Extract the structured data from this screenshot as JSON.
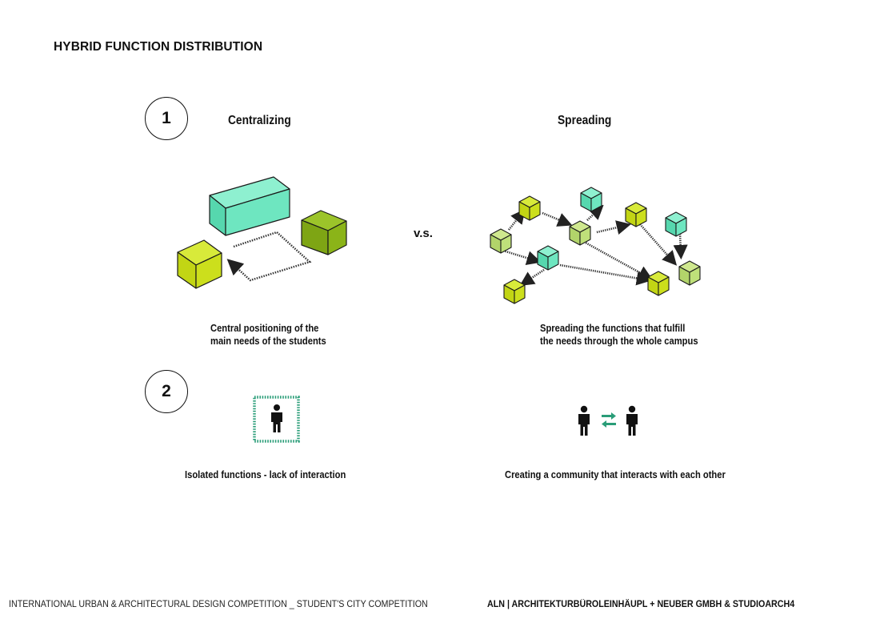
{
  "title": "HYBRID FUNCTION DISTRIBUTION",
  "section1": {
    "number": "1",
    "left_heading": "Centralizing",
    "right_heading": "Spreading",
    "versus": "v.s.",
    "left_caption_line1": "Central positioning of the",
    "left_caption_line2": "main needs of the students",
    "right_caption_line1": "Spreading the functions that fulfill",
    "right_caption_line2": "the needs through the whole campus"
  },
  "section2": {
    "number": "2",
    "left_caption": "Isolated functions - lack of interaction",
    "right_caption": "Creating a community that interacts with each other",
    "left_icon": "isolated-person-icon",
    "right_icon": "interacting-people-icon"
  },
  "footer": {
    "left": "INTERNATIONAL URBAN & ARCHITECTURAL DESIGN COMPETITION _ STUDENT'S CITY COMPETITION",
    "right": "ALN | ARCHITEKTURBÜROLEINHÄUPL + NEUBER GMBH & STUDIOARCH4"
  },
  "colors": {
    "teal": "#6ee6c0",
    "lime": "#ccdf1c",
    "olive": "#8bb418",
    "pale_green": "#bfe07a",
    "accent_green": "#2a9d78",
    "ink": "#111111"
  }
}
